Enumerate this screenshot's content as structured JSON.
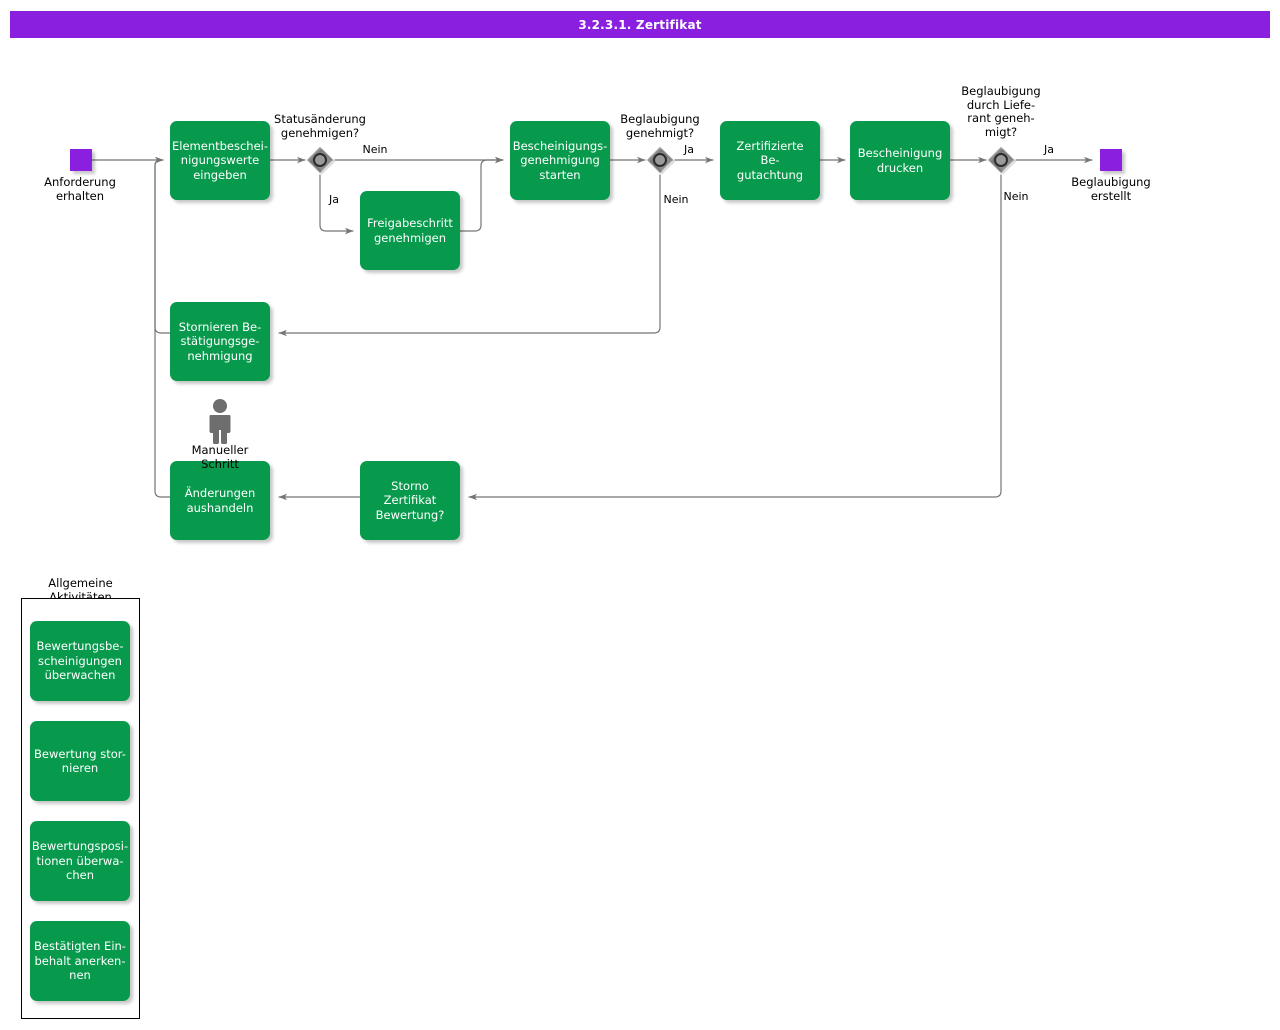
{
  "header": {
    "title": "3.2.3.1. Zertifikat",
    "bar_color": "#8A1FE0",
    "text_color": "#FFFFFF"
  },
  "theme": {
    "task_fill": "#089A4C",
    "task_text": "#FFFFFF",
    "event_fill": "#8A1FE0",
    "gateway_fill": "#8C8C8C",
    "gateway_stroke": "#4A4A4A",
    "connector": "#757575",
    "actor_icon": "#6E6E6E",
    "canvas": "#FFFFFF"
  },
  "diagram": {
    "events": [
      {
        "id": "start",
        "label": "Anforderung\nerhalten",
        "type": "start-event"
      },
      {
        "id": "end",
        "label": "Beglaubigung\nerstellt",
        "type": "end-event"
      }
    ],
    "tasks": [
      {
        "id": "t1",
        "label": "Elementbeschei-\nnigungswerte\neingeben"
      },
      {
        "id": "t2",
        "label": "Freigabeschritt\ngenehmigen"
      },
      {
        "id": "t3",
        "label": "Bescheinigungs-\ngenehmigung\nstarten"
      },
      {
        "id": "t4",
        "label": "Zertifizierte Be-\ngutachtung"
      },
      {
        "id": "t5",
        "label": "Bescheinigung\ndrucken"
      },
      {
        "id": "t6",
        "label": "Stornieren Be-\nstätigungsge-\nnehmigung"
      },
      {
        "id": "t7",
        "label": "Änderungen\naushandeln"
      },
      {
        "id": "t8",
        "label": "Storno Zertifikat\nBewertung?"
      }
    ],
    "gateways": [
      {
        "id": "g1",
        "label": "Statusänderung\ngenehmigen?"
      },
      {
        "id": "g2",
        "label": "Beglaubigung\ngenehmigt?"
      },
      {
        "id": "g3",
        "label": "Beglaubigung\ndurch Liefe-\nrant geneh-\nmigt?"
      }
    ],
    "flow_labels": {
      "g1_nein": "Nein",
      "g1_ja": "Ja",
      "g2_ja": "Ja",
      "g2_nein": "Nein",
      "g3_ja": "Ja",
      "g3_nein": "Nein"
    },
    "annotations": [
      {
        "id": "manual-step",
        "label": "Manueller\nSchritt",
        "icon": "person-icon"
      }
    ]
  },
  "legend": {
    "title": "Allgemeine\nAktivitäten",
    "items": [
      {
        "label": "Bewertungsbe-\nscheinigungen\nüberwachen"
      },
      {
        "label": "Bewertung stor-\nnieren"
      },
      {
        "label": "Bewertungsposi-\ntionen überwa-\nchen"
      },
      {
        "label": "Bestätigten Ein-\nbehalt anerken-\nnen"
      }
    ]
  }
}
